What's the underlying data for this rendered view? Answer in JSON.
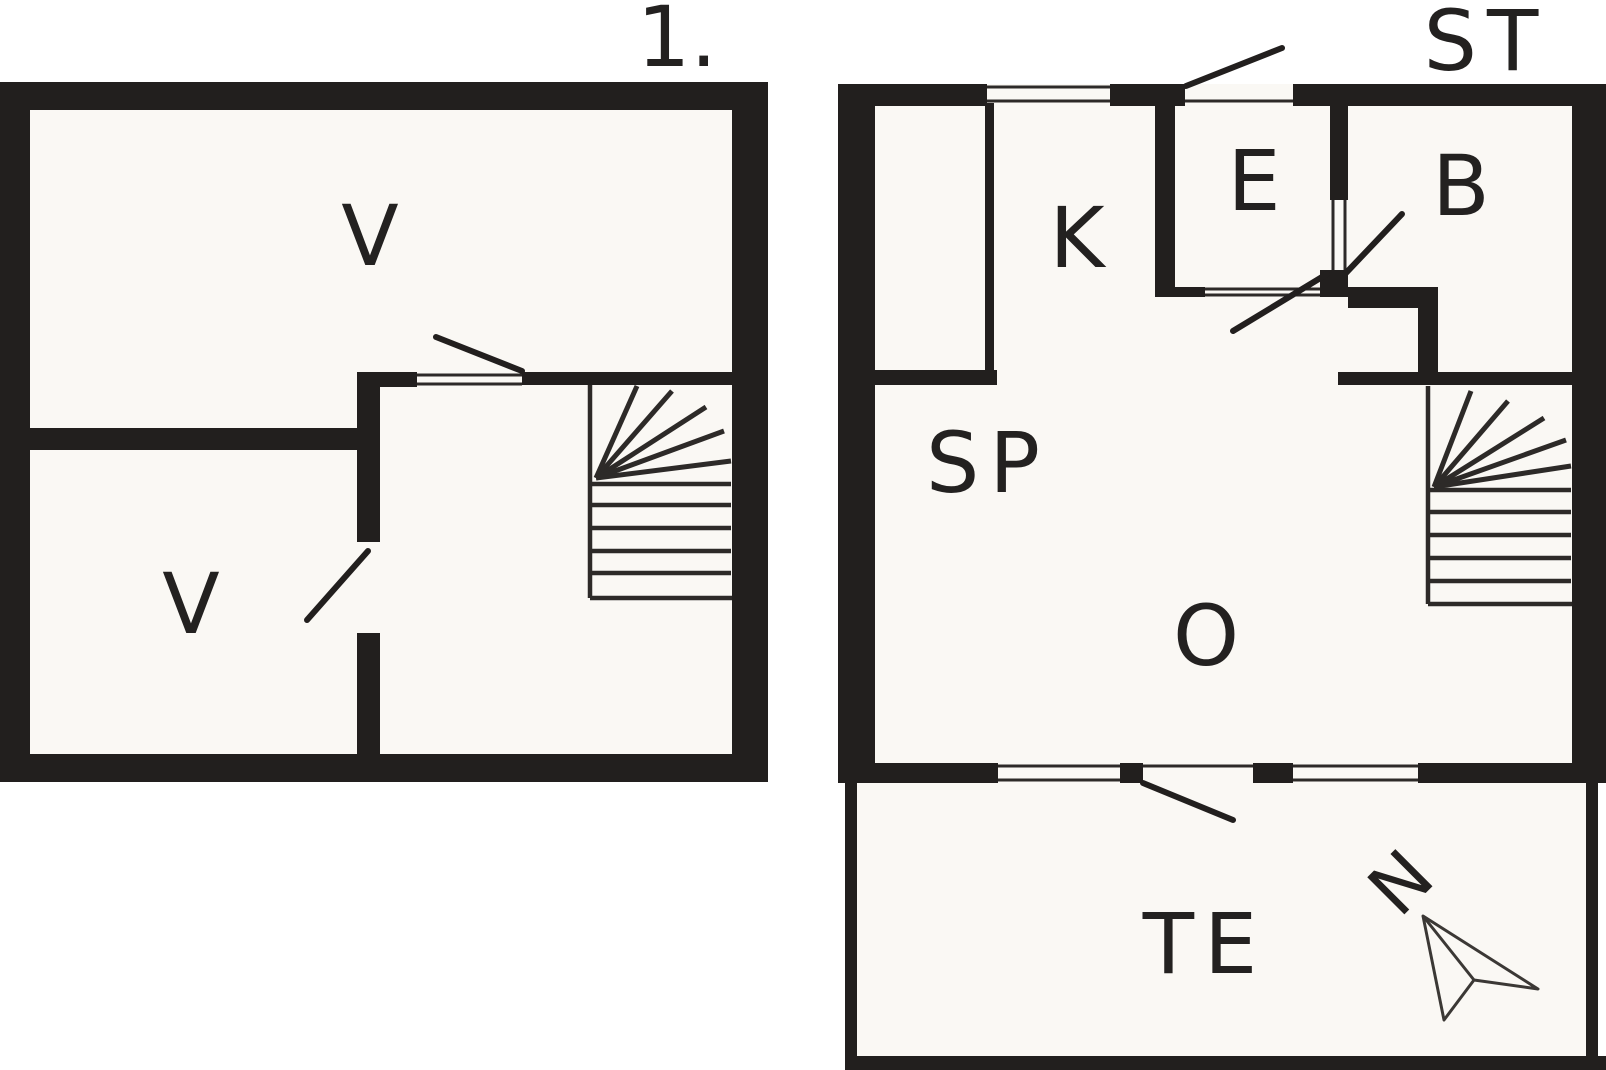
{
  "plans": [
    {
      "label": "1.",
      "rooms": [
        "V",
        "V"
      ]
    },
    {
      "label": "ST",
      "rooms": [
        "K",
        "E",
        "B",
        "SP",
        "O",
        "TE"
      ]
    }
  ],
  "compass": {
    "label": "N",
    "icon": "north-arrow-icon"
  },
  "colors": {
    "wall": "#221f1e",
    "line": "#2d2a28",
    "floor": "#faf8f4",
    "background": "#ffffff",
    "text": "#232120"
  }
}
